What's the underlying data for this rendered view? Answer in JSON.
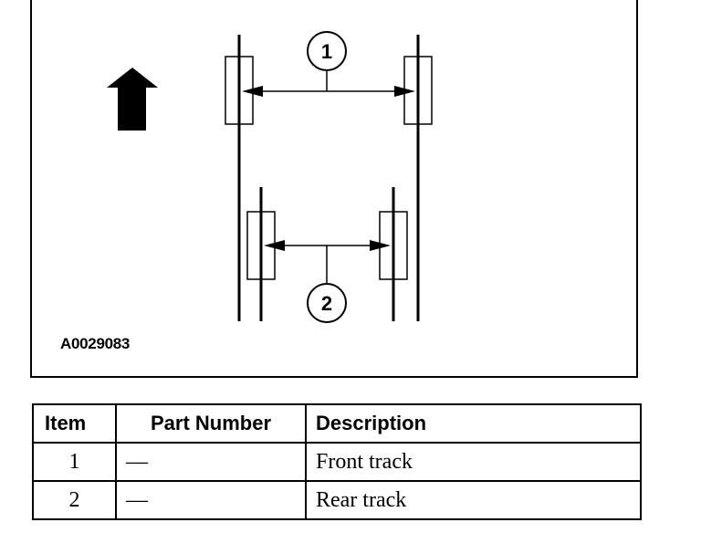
{
  "figure": {
    "id_label": "A0029083",
    "callouts": [
      "1",
      "2"
    ],
    "icons": [
      "forward-arrow-icon"
    ]
  },
  "table": {
    "headers": [
      "Item",
      "Part Number",
      "Description"
    ],
    "rows": [
      [
        "1",
        "—",
        "Front track"
      ],
      [
        "2",
        "—",
        "Rear track"
      ]
    ]
  }
}
